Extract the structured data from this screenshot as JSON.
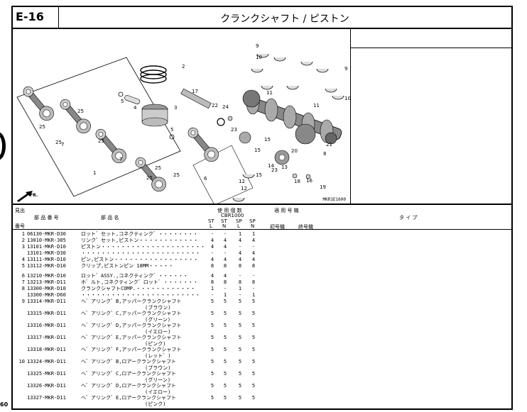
{
  "header": {
    "code": "E-16",
    "title": "クランクシャフト / ピストン"
  },
  "illustration": {
    "code": "MKR1E1600",
    "fr_label": "FR.",
    "callouts": [
      "1",
      "2",
      "3",
      "4",
      "5",
      "5",
      "6",
      "7",
      "7",
      "8",
      "9",
      "9",
      "10",
      "10",
      "11",
      "11",
      "12",
      "12",
      "13",
      "14",
      "15",
      "15",
      "15",
      "16",
      "17",
      "18",
      "19",
      "20",
      "21",
      "22",
      "23",
      "23",
      "24",
      "25",
      "25",
      "25",
      "25",
      "25",
      "25",
      "25"
    ]
  },
  "columns": {
    "ref_top": "見出",
    "ref_bottom": "番号",
    "partno": "部 品 番 号",
    "desc": "部 品 名",
    "qty_title": "使 用 個 数",
    "model": "CBR1000",
    "qty_cols": [
      {
        "top": "ST",
        "bottom": "L"
      },
      {
        "top": "ST",
        "bottom": "N"
      },
      {
        "top": "SP",
        "bottom": "L"
      },
      {
        "top": "SP",
        "bottom": "N"
      }
    ],
    "machine_title": "適 用 号 機",
    "first_machine": "初号機",
    "last_machine": "終号機",
    "type": "タ イ プ"
  },
  "parts": [
    {
      "ref": "1",
      "pn": "06130-MKR-D30",
      "desc": "ロット゛セット,コネクティンク゛・・・・・・・・",
      "sub": "",
      "q": [
        "-",
        "-",
        "1",
        "1"
      ]
    },
    {
      "ref": "2",
      "pn": "13010-MKR-305",
      "desc": "リンク゛セット,ピストン・・・・・・・・・・・・",
      "sub": "",
      "q": [
        "4",
        "4",
        "4",
        "4"
      ]
    },
    {
      "ref": "3",
      "pn": "13101-MKR-D10",
      "desc": "ピストン・・・・・・・・・・・・・・・・・・・・・",
      "sub": "",
      "q": [
        "4",
        "4",
        "-",
        "-"
      ]
    },
    {
      "ref": "",
      "pn": "13101-MKR-D30",
      "desc": "  ・・・・・・・・・・・・・・・・・・・・・・・・",
      "sub": "",
      "q": [
        "-",
        "-",
        "4",
        "4"
      ]
    },
    {
      "ref": "4",
      "pn": "13111-MKR-D10",
      "desc": "ピン,ピストン・・・・・・・・・・・・・・・・・",
      "sub": "",
      "q": [
        "4",
        "4",
        "4",
        "4"
      ]
    },
    {
      "ref": "5",
      "pn": "13112-MKR-D10",
      "desc": "クリップ,ピストンピン 18MM・・・・・",
      "sub": "",
      "q": [
        "8",
        "8",
        "8",
        "8"
      ]
    },
    {
      "ref": "6",
      "pn": "13210-MKR-D10",
      "desc": "ロット゛ASSY.,コネクティンク゛・・・・・・",
      "sub": "",
      "q": [
        "4",
        "4",
        "-",
        "-"
      ]
    },
    {
      "ref": "7",
      "pn": "13213-MKR-D11",
      "desc": "ホ゛ルト,コネクティンク゛ロット゛・・・・・・・",
      "sub": "",
      "q": [
        "8",
        "8",
        "8",
        "8"
      ]
    },
    {
      "ref": "8",
      "pn": "13300-MKR-D10",
      "desc": "クランクシャフトCOMP.・・・・・・・・・・・・",
      "sub": "",
      "q": [
        "1",
        "-",
        "1",
        "-"
      ]
    },
    {
      "ref": "",
      "pn": "13300-MKR-D60",
      "desc": "  ・・・・・・・・・・・・・・・・・・・・・・・・",
      "sub": "",
      "q": [
        "-",
        "1",
        "-",
        "1"
      ]
    },
    {
      "ref": "9",
      "pn": "13314-MKR-D11",
      "desc": "ヘ゛アリンク゛B,アッパークランクシャフト",
      "sub": "(ブラウン)",
      "q": [
        "5",
        "5",
        "5",
        "5"
      ]
    },
    {
      "ref": "",
      "pn": "13315-MKR-D11",
      "desc": "ヘ゛アリンク゛C,アッパークランクシャフト",
      "sub": "(グリーン)",
      "q": [
        "5",
        "5",
        "5",
        "5"
      ]
    },
    {
      "ref": "",
      "pn": "13316-MKR-D11",
      "desc": "ヘ゛アリンク゛D,アッパークランクシャフト",
      "sub": "(イエロー)",
      "q": [
        "5",
        "5",
        "5",
        "5"
      ]
    },
    {
      "ref": "",
      "pn": "13317-MKR-D11",
      "desc": "ヘ゛アリンク゛E,アッパークランクシャフト",
      "sub": "(ピンク)",
      "q": [
        "5",
        "5",
        "5",
        "5"
      ]
    },
    {
      "ref": "",
      "pn": "13318-MKR-D11",
      "desc": "ヘ゛アリンク゛F,アッパークランクシャフト",
      "sub": "(レット゛)",
      "q": [
        "5",
        "5",
        "5",
        "5"
      ]
    },
    {
      "ref": "10",
      "pn": "13324-MKR-D11",
      "desc": "ヘ゛アリンク゛B,ロアークランクシャフト",
      "sub": "(ブラウン)",
      "q": [
        "5",
        "5",
        "5",
        "5"
      ]
    },
    {
      "ref": "",
      "pn": "13325-MKR-D11",
      "desc": "ヘ゛アリンク゛C,ロアークランクシャフト",
      "sub": "(グリーン)",
      "q": [
        "5",
        "5",
        "5",
        "5"
      ]
    },
    {
      "ref": "",
      "pn": "13326-MKR-D11",
      "desc": "ヘ゛アリンク゛D,ロアークランクシャフト",
      "sub": "(イエロー)",
      "q": [
        "5",
        "5",
        "5",
        "5"
      ]
    },
    {
      "ref": "",
      "pn": "13327-MKR-D11",
      "desc": "ヘ゛アリンク゛E,ロアークランクシャフト",
      "sub": "(ピンク)",
      "q": [
        "5",
        "5",
        "5",
        "5"
      ]
    }
  ],
  "page_number": "60"
}
